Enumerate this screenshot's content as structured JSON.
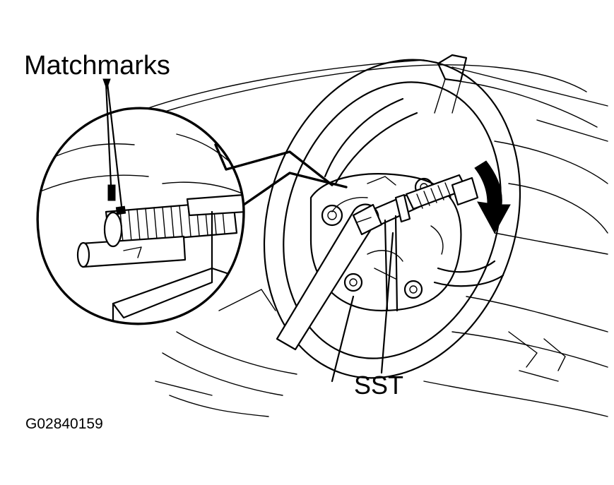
{
  "labels": {
    "matchmarks": "Matchmarks",
    "sst": "SST",
    "figure_code": "G02840159"
  },
  "colors": {
    "line": "#000000",
    "background": "#ffffff"
  },
  "arrow_direction": "clockwise"
}
